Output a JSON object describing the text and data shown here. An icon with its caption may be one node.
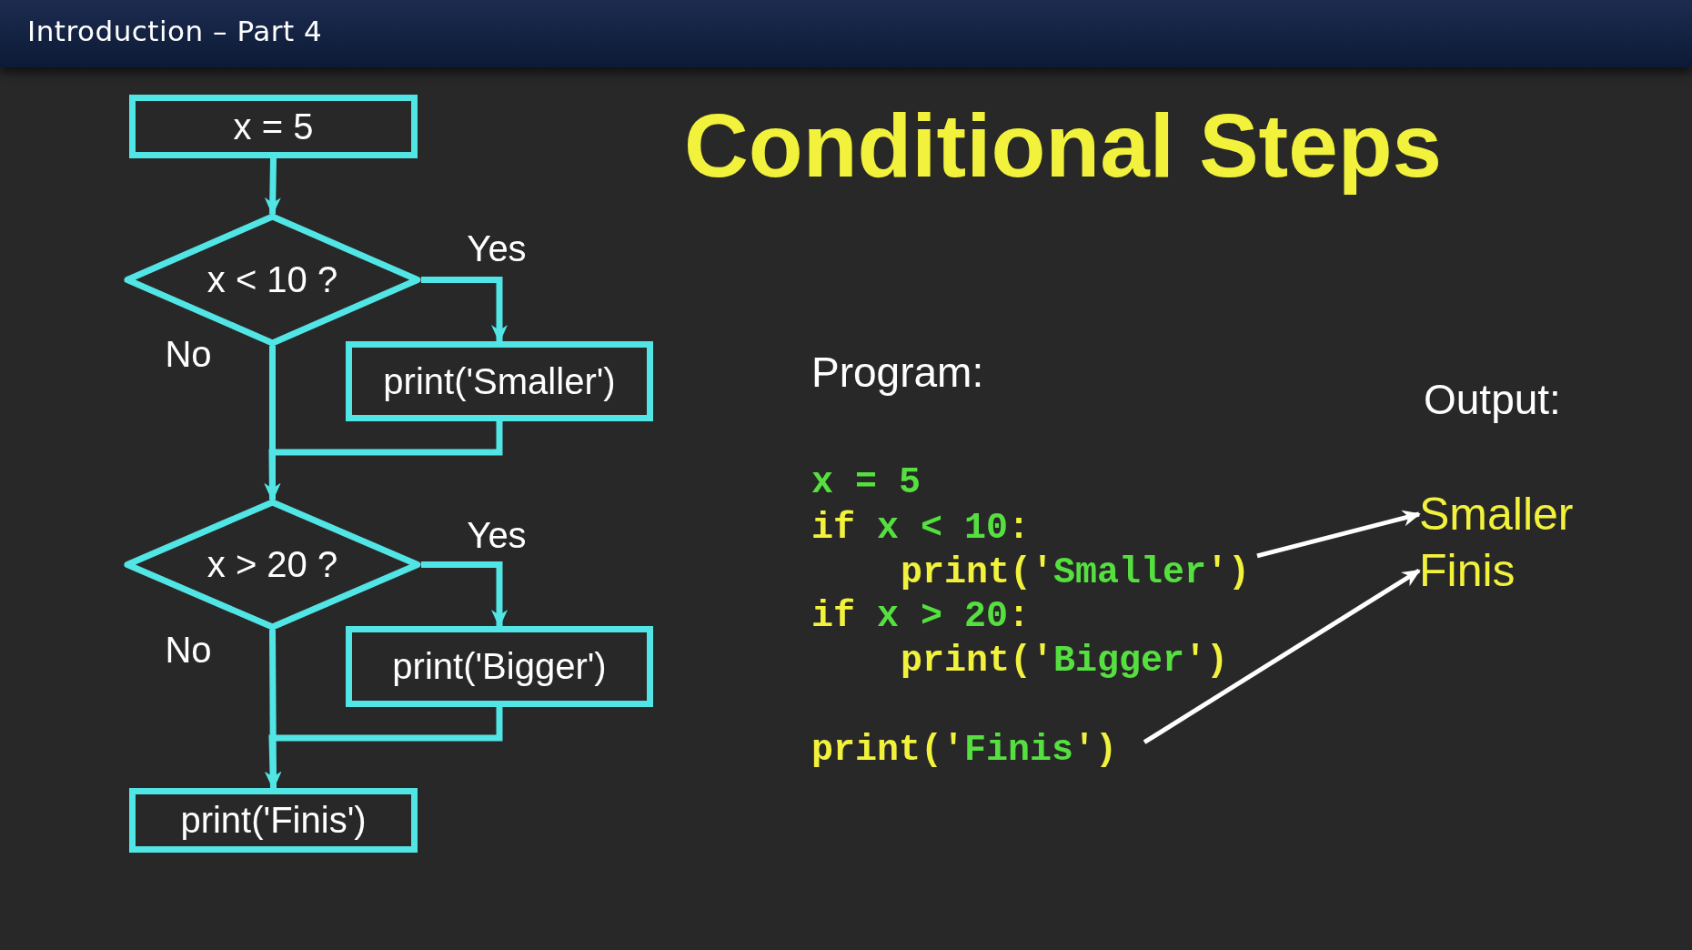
{
  "diagram": {
    "title": "Conditional Steps",
    "nodes": [
      {
        "text": [
          "x = 5"
        ]
      },
      {
        "text": [
          "x < 10 ?"
        ]
      },
      {
        "text": [
          "print('Smaller')"
        ]
      },
      {
        "text": [
          "x > 20 ?"
        ]
      },
      {
        "text": [
          "print('Bigger')"
        ]
      },
      {
        "text": [
          "print('Finis')"
        ]
      },
      {
        "text": [
          "print('Smaller')"
        ]
      },
      {
        "text": [
          "print('Finis')"
        ]
      },
      {
        "text": [
          "Smaller"
        ]
      },
      {
        "text": [
          "Finis"
        ]
      }
    ],
    "edges": [
      {
        "from": 0,
        "to": 1,
        "arrow": "to"
      },
      {
        "from": 1,
        "to": 2,
        "arrow": "to",
        "label": "Yes"
      },
      {
        "from": 1,
        "to": 3,
        "arrow": "to",
        "label": "No"
      },
      {
        "from": 2,
        "to": 3,
        "arrow": "to"
      },
      {
        "from": 3,
        "to": 4,
        "arrow": "to",
        "label": "Yes"
      },
      {
        "from": 3,
        "to": 5,
        "arrow": "to",
        "label": "No"
      },
      {
        "from": 4,
        "to": 5,
        "arrow": "to"
      },
      {
        "from": 6,
        "to": 8,
        "arrow": "to",
        "color": "#ffffff"
      },
      {
        "from": 7,
        "to": 9,
        "arrow": "to",
        "color": "#ffffff"
      }
    ],
    "labels": [
      "Introduction – Part 4",
      "Program:",
      "Output:",
      "x = 5",
      "if x < 10:",
      "if x > 20:",
      "print('Bigger')"
    ]
  }
}
